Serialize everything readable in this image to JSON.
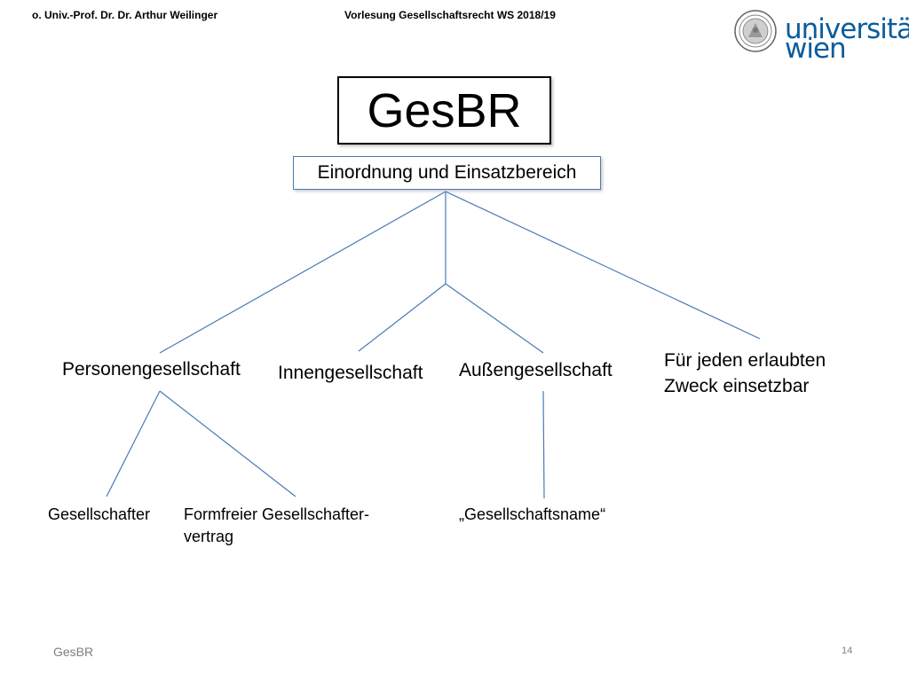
{
  "header": {
    "left": "o. Univ.-Prof. Dr. Dr. Arthur Weilinger",
    "center": "Vorlesung Gesellschaftsrecht WS 2018/19"
  },
  "logo": {
    "icon": "university-seal-icon",
    "word1": "universität",
    "word2": "wien",
    "color": "#0a5c9c"
  },
  "title": "GesBR",
  "subtitle": "Einordnung und Einsatzbereich",
  "nodes": {
    "personengesellschaft": "Personengesellschaft",
    "innengesellschaft": "Innengesellschaft",
    "aussengesellschaft": "Außengesellschaft",
    "zweck_line1": "Für jeden erlaubten",
    "zweck_line2": "Zweck einsetzbar"
  },
  "leaves": {
    "gesellschafter": "Gesellschafter",
    "formfreier_line1": "Formfreier Gesellschafter-",
    "formfreier_line2": "vertrag",
    "gesellschaftsname": "„Gesellschaftsname“"
  },
  "footer": {
    "left": "GesBR",
    "page": "14"
  },
  "colors": {
    "connector": "#4a7ab5",
    "subtitle_border": "#4a7ab5"
  }
}
